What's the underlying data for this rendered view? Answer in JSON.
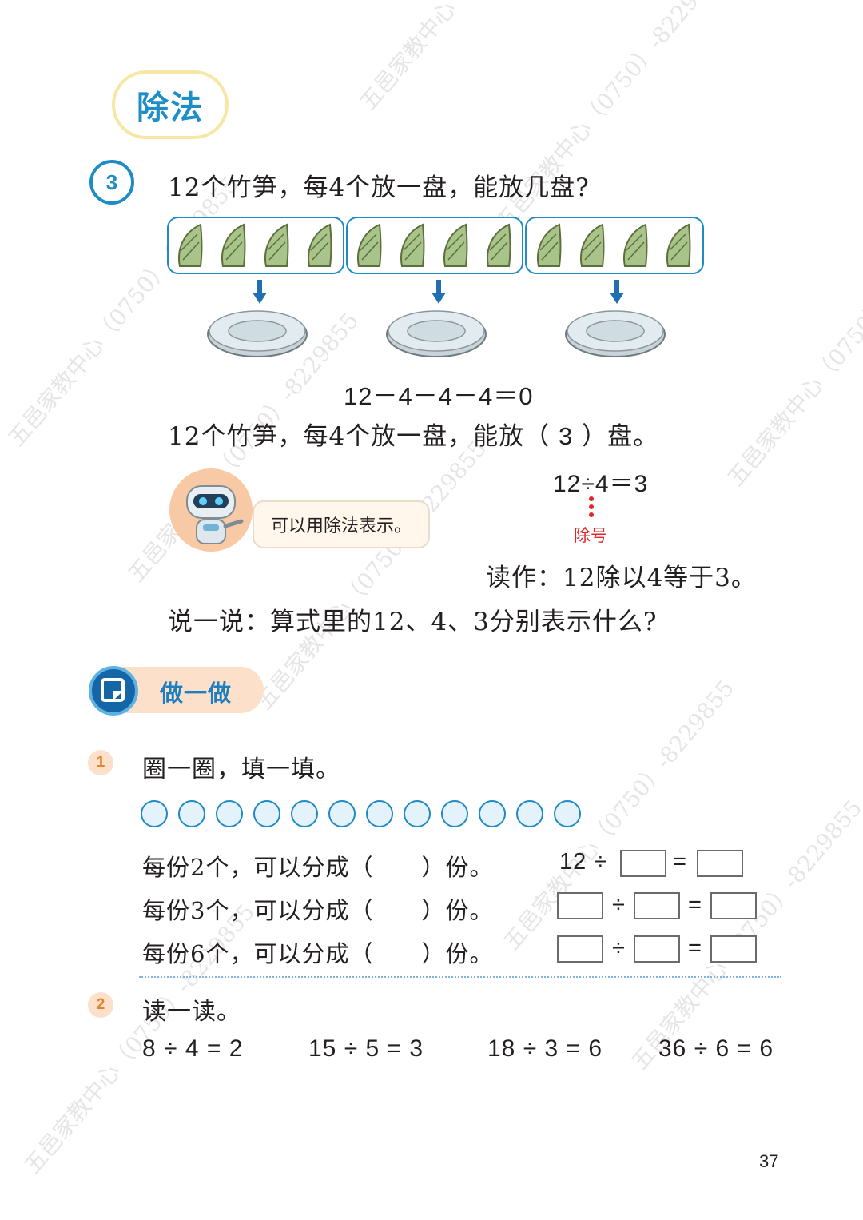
{
  "title": "除法",
  "example": {
    "number": "3",
    "question": "12个竹笋，每4个放一盘，能放几盘?",
    "subtraction": "12－4－4－4＝0",
    "answer_prefix": "12个竹笋，每4个放一盘，能放（",
    "answer_value": "3",
    "answer_suffix": "）盘。",
    "robot_speech": "可以用除法表示。",
    "division": "12÷4＝3",
    "divide_label": "除号",
    "read_as": "读作：12除以4等于3。",
    "discuss": "说一说：算式里的12、4、3分别表示什么?"
  },
  "exercise_header": "做一做",
  "q1": {
    "number": "1",
    "prompt": "圈一圈，填一填。",
    "rows": [
      {
        "text": "每份2个，可以分成（　　）份。",
        "expr_prefix": "12 ÷"
      },
      {
        "text": "每份3个，可以分成（　　）份。"
      },
      {
        "text": "每份6个，可以分成（　　）份。"
      }
    ],
    "div_sign": "÷",
    "eq_sign": "="
  },
  "q2": {
    "number": "2",
    "prompt": "读一读。",
    "equations": [
      "8 ÷ 4 = 2",
      "15 ÷ 5 = 3",
      "18 ÷ 3 = 6",
      "36 ÷ 6 = 6"
    ]
  },
  "watermark": "五邑家教中心（0750）-8229855",
  "page_number": "37",
  "colors": {
    "accent_blue": "#1f8bc4",
    "title_blue": "#1d8ec6",
    "red": "#e0262a",
    "peach": "#fde0c9"
  }
}
